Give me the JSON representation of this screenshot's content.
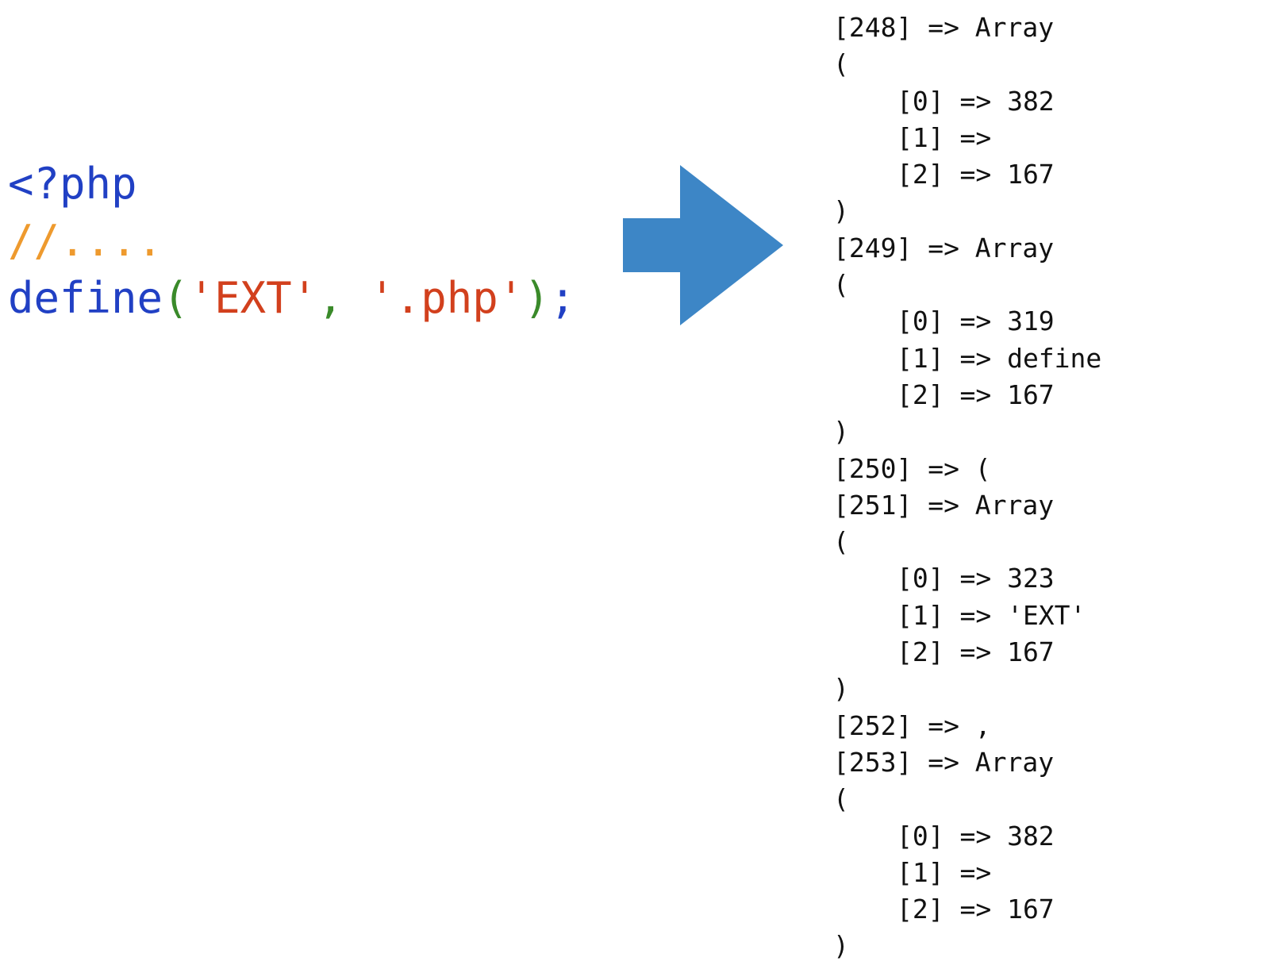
{
  "source_code": {
    "lines": [
      [
        {
          "text": "<?php",
          "kind": "keyword"
        }
      ],
      [
        {
          "text": "//....",
          "kind": "comment"
        }
      ],
      [
        {
          "text": "define",
          "kind": "keyword"
        },
        {
          "text": "(",
          "kind": "paren"
        },
        {
          "text": "'EXT'",
          "kind": "string"
        },
        {
          "text": ", ",
          "kind": "punct"
        },
        {
          "text": "'.php'",
          "kind": "string"
        },
        {
          "text": ")",
          "kind": "paren"
        },
        {
          "text": ";",
          "kind": "plain"
        }
      ]
    ]
  },
  "arrow": {
    "icon": "right-arrow-icon",
    "color": "#3d86c6"
  },
  "output": {
    "lines": [
      {
        "indent": false,
        "text": "[248] => Array"
      },
      {
        "indent": false,
        "text": "("
      },
      {
        "indent": true,
        "text": "[0] => 382"
      },
      {
        "indent": true,
        "text": "[1] =>"
      },
      {
        "indent": true,
        "text": "[2] => 167"
      },
      {
        "indent": false,
        "text": ")"
      },
      {
        "indent": false,
        "text": "[249] => Array"
      },
      {
        "indent": false,
        "text": "("
      },
      {
        "indent": true,
        "text": "[0] => 319"
      },
      {
        "indent": true,
        "text": "[1] => define"
      },
      {
        "indent": true,
        "text": "[2] => 167"
      },
      {
        "indent": false,
        "text": ")"
      },
      {
        "indent": false,
        "text": "[250] => ("
      },
      {
        "indent": false,
        "text": "[251] => Array"
      },
      {
        "indent": false,
        "text": "("
      },
      {
        "indent": true,
        "text": "[0] => 323"
      },
      {
        "indent": true,
        "text": "[1] => 'EXT'"
      },
      {
        "indent": true,
        "text": "[2] => 167"
      },
      {
        "indent": false,
        "text": ")"
      },
      {
        "indent": false,
        "text": "[252] => ,"
      },
      {
        "indent": false,
        "text": "[253] => Array"
      },
      {
        "indent": false,
        "text": "("
      },
      {
        "indent": true,
        "text": "[0] => 382"
      },
      {
        "indent": true,
        "text": "[1] =>"
      },
      {
        "indent": true,
        "text": "[2] => 167"
      },
      {
        "indent": false,
        "text": ")"
      }
    ]
  }
}
